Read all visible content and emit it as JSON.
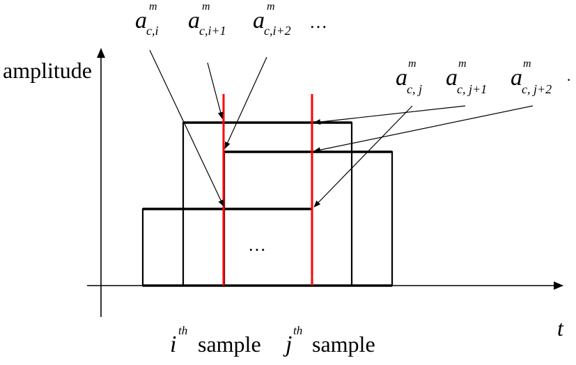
{
  "labels": {
    "ylabel": "amplitude",
    "xlabel": "t",
    "ellipsis_top": "…",
    "ellipsis_mid": "…",
    "trailing_dot": "·",
    "sample_word": "sample"
  },
  "top_symbols": [
    {
      "base": "a",
      "sup": "m",
      "sub": "c,i"
    },
    {
      "base": "a",
      "sup": "m",
      "sub": "c,i+1"
    },
    {
      "base": "a",
      "sup": "m",
      "sub": "c,i+2"
    }
  ],
  "right_symbols": [
    {
      "base": "a",
      "sup": "m",
      "sub": "c, j"
    },
    {
      "base": "a",
      "sup": "m",
      "sub": "c, j+1"
    },
    {
      "base": "a",
      "sup": "m",
      "sub": "c, j+2"
    }
  ],
  "samples": [
    {
      "base": "i",
      "sup": "th",
      "word": "sample"
    },
    {
      "base": "j",
      "sup": "th",
      "word": "sample"
    }
  ],
  "colors": {
    "sample_line": "#ff0000",
    "ink": "#000000"
  }
}
